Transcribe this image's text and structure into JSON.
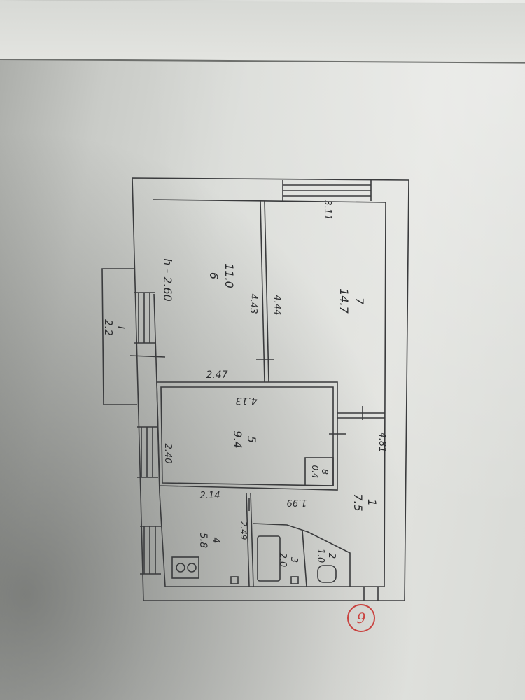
{
  "drawing": {
    "sheet_number": "9",
    "ceiling_height": "h - 2.60",
    "balcony": {
      "number": "I",
      "area": "2.2"
    },
    "rooms": [
      {
        "id": "6",
        "area": "11.0"
      },
      {
        "id": "7",
        "area": "14.7"
      },
      {
        "id": "5",
        "area": "9.4"
      },
      {
        "id": "1",
        "area": "7.5"
      },
      {
        "id": "4",
        "area": "5.8"
      },
      {
        "id": "3",
        "area": "2.0"
      },
      {
        "id": "2",
        "area": "1.0"
      },
      {
        "id": "8",
        "area": "0.4"
      }
    ],
    "dimensions": {
      "d_3_11": "3.11",
      "d_4_44": "4.44",
      "d_4_43": "4.43",
      "d_2_47": "2.47",
      "d_4_13": "4.13",
      "d_2_40": "2.40",
      "d_4_81": "4.81",
      "d_2_14": "2.14",
      "d_1_99": "1.99",
      "d_2_49": "2.49"
    }
  }
}
